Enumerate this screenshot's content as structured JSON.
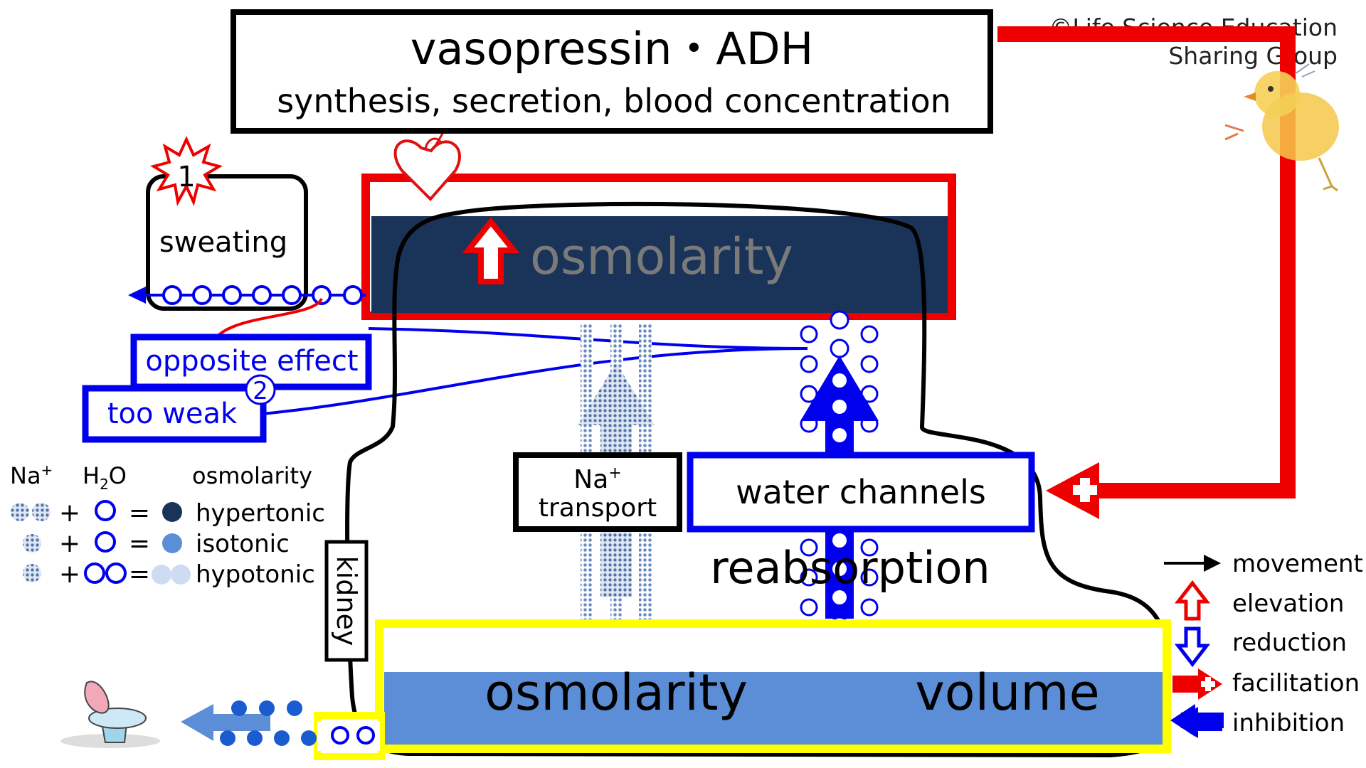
{
  "title": {
    "main": "vasopressin・ADH",
    "sub": "synthesis, secretion, blood concentration"
  },
  "copyright": {
    "line1": "©Life Science Education",
    "line2": "Sharing Group"
  },
  "mascot_icon": "chick-icon",
  "blood": {
    "heart_icon": "heart-icon",
    "label": "osmolarity",
    "arrow_icon": "elevation-arrow-icon"
  },
  "sweating": {
    "badge": "1",
    "label": "sweating"
  },
  "opposite_effect": "opposite effect",
  "too_weak": {
    "badge": "2",
    "label": "too weak"
  },
  "kidney_label": "kidney",
  "na_transport": {
    "line1": "Na",
    "line1_sup": "+",
    "line2": "transport"
  },
  "water_channels": "water channels",
  "reabsorption": "reabsorption",
  "urine": {
    "osmolarity": "osmolarity",
    "volume": "volume",
    "toilet_icon": "toilet-icon"
  },
  "key": {
    "header_na": "Na",
    "header_na_sup": "+",
    "header_h2o_h": "H",
    "header_h2o_sub": "2",
    "header_h2o_o": "O",
    "header_osm": "osmolarity",
    "plus": "+",
    "equals": "=",
    "rows": [
      "hypertonic",
      "isotonic",
      "hypotonic"
    ]
  },
  "legend": [
    {
      "icon": "movement-arrow-icon",
      "label": "movement"
    },
    {
      "icon": "elevation-arrow-icon",
      "label": "elevation"
    },
    {
      "icon": "reduction-arrow-icon",
      "label": "reduction"
    },
    {
      "icon": "facilitation-arrow-icon",
      "label": "facilitation"
    },
    {
      "icon": "inhibition-arrow-icon",
      "label": "inhibition"
    }
  ],
  "colors": {
    "red": "#ee0000",
    "blue": "#0000ee",
    "navy": "#1a3358",
    "urine_blue": "#5b8ed6",
    "yellow": "#ffff00",
    "grey_text": "#7a7a7a",
    "sodium_dot": "#6f8fc0"
  }
}
